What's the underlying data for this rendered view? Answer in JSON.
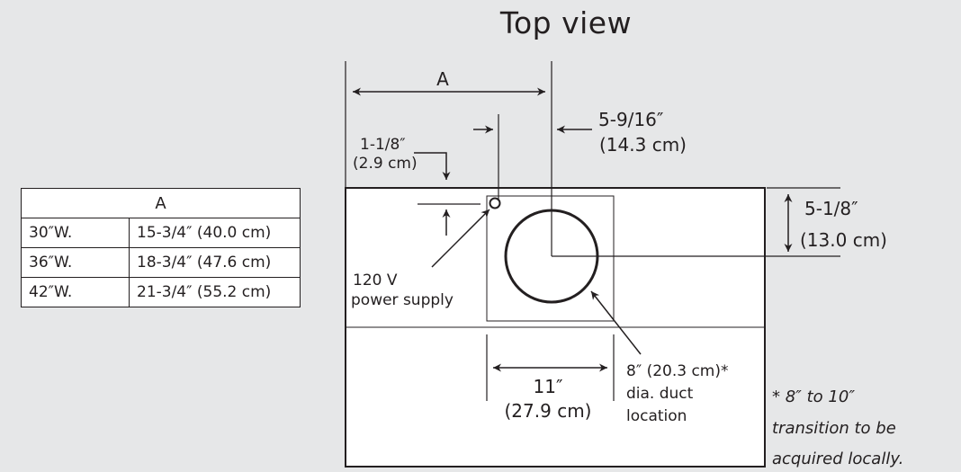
{
  "title": "Top view",
  "table": {
    "header": "A",
    "rows": [
      {
        "width": "30″W.",
        "value": "15-3/4″ (40.0 cm)"
      },
      {
        "width": "36″W.",
        "value": "18-3/4″ (47.6 cm)"
      },
      {
        "width": "42″W.",
        "value": "21-3/4″ (55.2 cm)"
      }
    ]
  },
  "labels": {
    "dim_a": "A",
    "dim_right_in": "5-9/16″",
    "dim_right_cm": "(14.3 cm)",
    "dim_small_in": "1-1/8″",
    "dim_small_cm": "(2.9 cm)",
    "dim_depth_in": "5-1/8″",
    "dim_depth_cm": "(13.0 cm)",
    "power_line1": "120 V",
    "power_line2": "power supply",
    "width_in": "11″",
    "width_cm": "(27.9 cm)",
    "duct_line1": "8″ (20.3 cm)*",
    "duct_line2": "dia. duct",
    "duct_line3": "location",
    "note_line1": "* 8″ to 10″",
    "note_line2": "transition to be",
    "note_line3": "acquired locally."
  }
}
